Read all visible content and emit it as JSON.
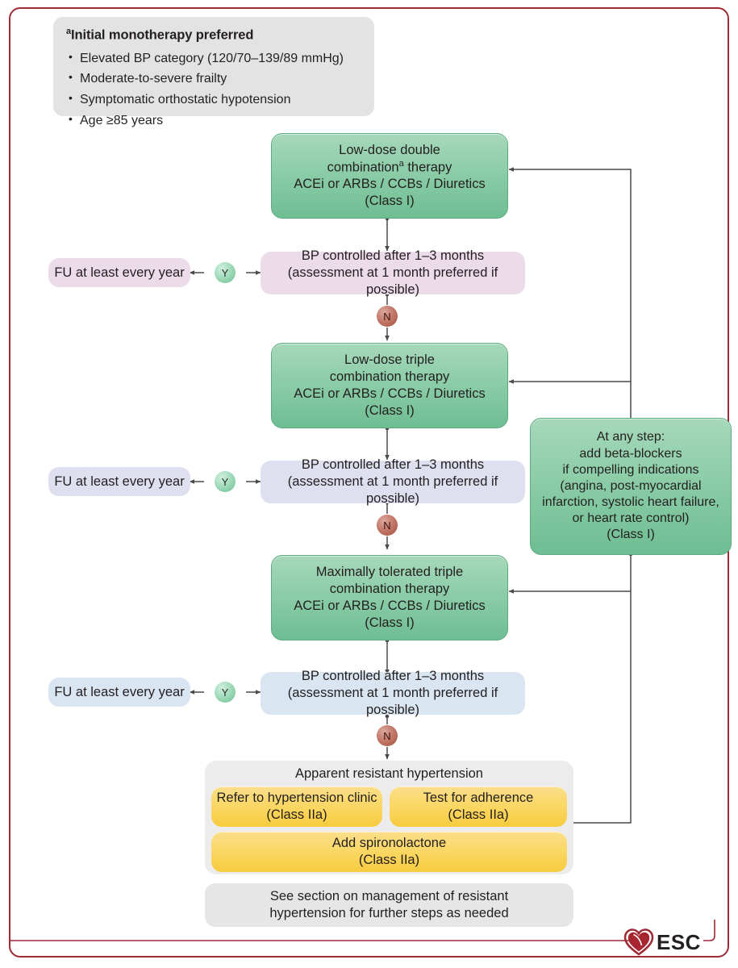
{
  "figure": {
    "title": "Stepped drug treatment strategy for hypertension",
    "border_color": "#9e2b35"
  },
  "footnote_box": {
    "title_marker": "a",
    "title": "Initial monotherapy preferred",
    "items": [
      "Elevated BP category (120/70–139/89 mmHg)",
      "Moderate-to-severe frailty",
      "Symptomatic orthostatic hypotension",
      "Age ≥85 years"
    ]
  },
  "steps": [
    {
      "id": "step1",
      "color": "#8ccda8",
      "line1": "Low-dose double",
      "line2_pre": "combination",
      "line2_sup": "a",
      "line2_post": " therapy",
      "line3": "ACEi or ARBs / CCBs / Diuretics",
      "line4": "(Class I)"
    },
    {
      "id": "step2",
      "color": "#8ccda8",
      "line1": "Low-dose triple",
      "line2_pre": "combination therapy",
      "line2_sup": "",
      "line2_post": "",
      "line3": "ACEi or ARBs / CCBs / Diuretics",
      "line4": "(Class I)"
    },
    {
      "id": "step3",
      "color": "#8ccda8",
      "line1": "Maximally tolerated triple",
      "line2_pre": "combination therapy",
      "line2_sup": "",
      "line2_post": "",
      "line3": "ACEi or ARBs / CCBs / Diuretics",
      "line4": "(Class I)"
    }
  ],
  "decisions": [
    {
      "id": "decision1",
      "color": "#ecdcea",
      "line1": "BP controlled after 1–3 months",
      "line2": "(assessment at 1 month preferred if possible)",
      "yes_label": "Y",
      "no_label": "N",
      "yes_target": "FU at least every year"
    },
    {
      "id": "decision2",
      "color": "#dfe0ef",
      "line1": "BP controlled after 1–3 months",
      "line2": "(assessment at 1 month preferred if possible)",
      "yes_label": "Y",
      "no_label": "N",
      "yes_target": "FU at least every year"
    },
    {
      "id": "decision3",
      "color": "#d9e6f2",
      "line1": "BP controlled after 1–3 months",
      "line2": "(assessment at 1 month preferred if possible)",
      "yes_label": "Y",
      "no_label": "N",
      "yes_target": "FU at least every year"
    }
  ],
  "beta_blocker_box": {
    "color": "#8ccda8",
    "lines": [
      "At any step:",
      "add beta-blockers",
      "if compelling indications",
      "(angina, post-myocardial",
      "infarction, systolic heart failure,",
      "or heart rate control)",
      "(Class I)"
    ]
  },
  "resistant_group": {
    "title": "Apparent resistant hypertension",
    "options": [
      {
        "line1": "Refer to hypertension clinic",
        "line2": "(Class IIa)"
      },
      {
        "line1": "Test for adherence",
        "line2": "(Class IIa)"
      },
      {
        "line1": "Add spironolactone",
        "line2": "(Class IIa)"
      }
    ]
  },
  "final_note": {
    "line1": "See section on management of resistant",
    "line2": "hypertension for further steps as needed"
  },
  "logo": {
    "text": "ESC",
    "icon": "heart-icon",
    "color": "#9e2b35"
  }
}
